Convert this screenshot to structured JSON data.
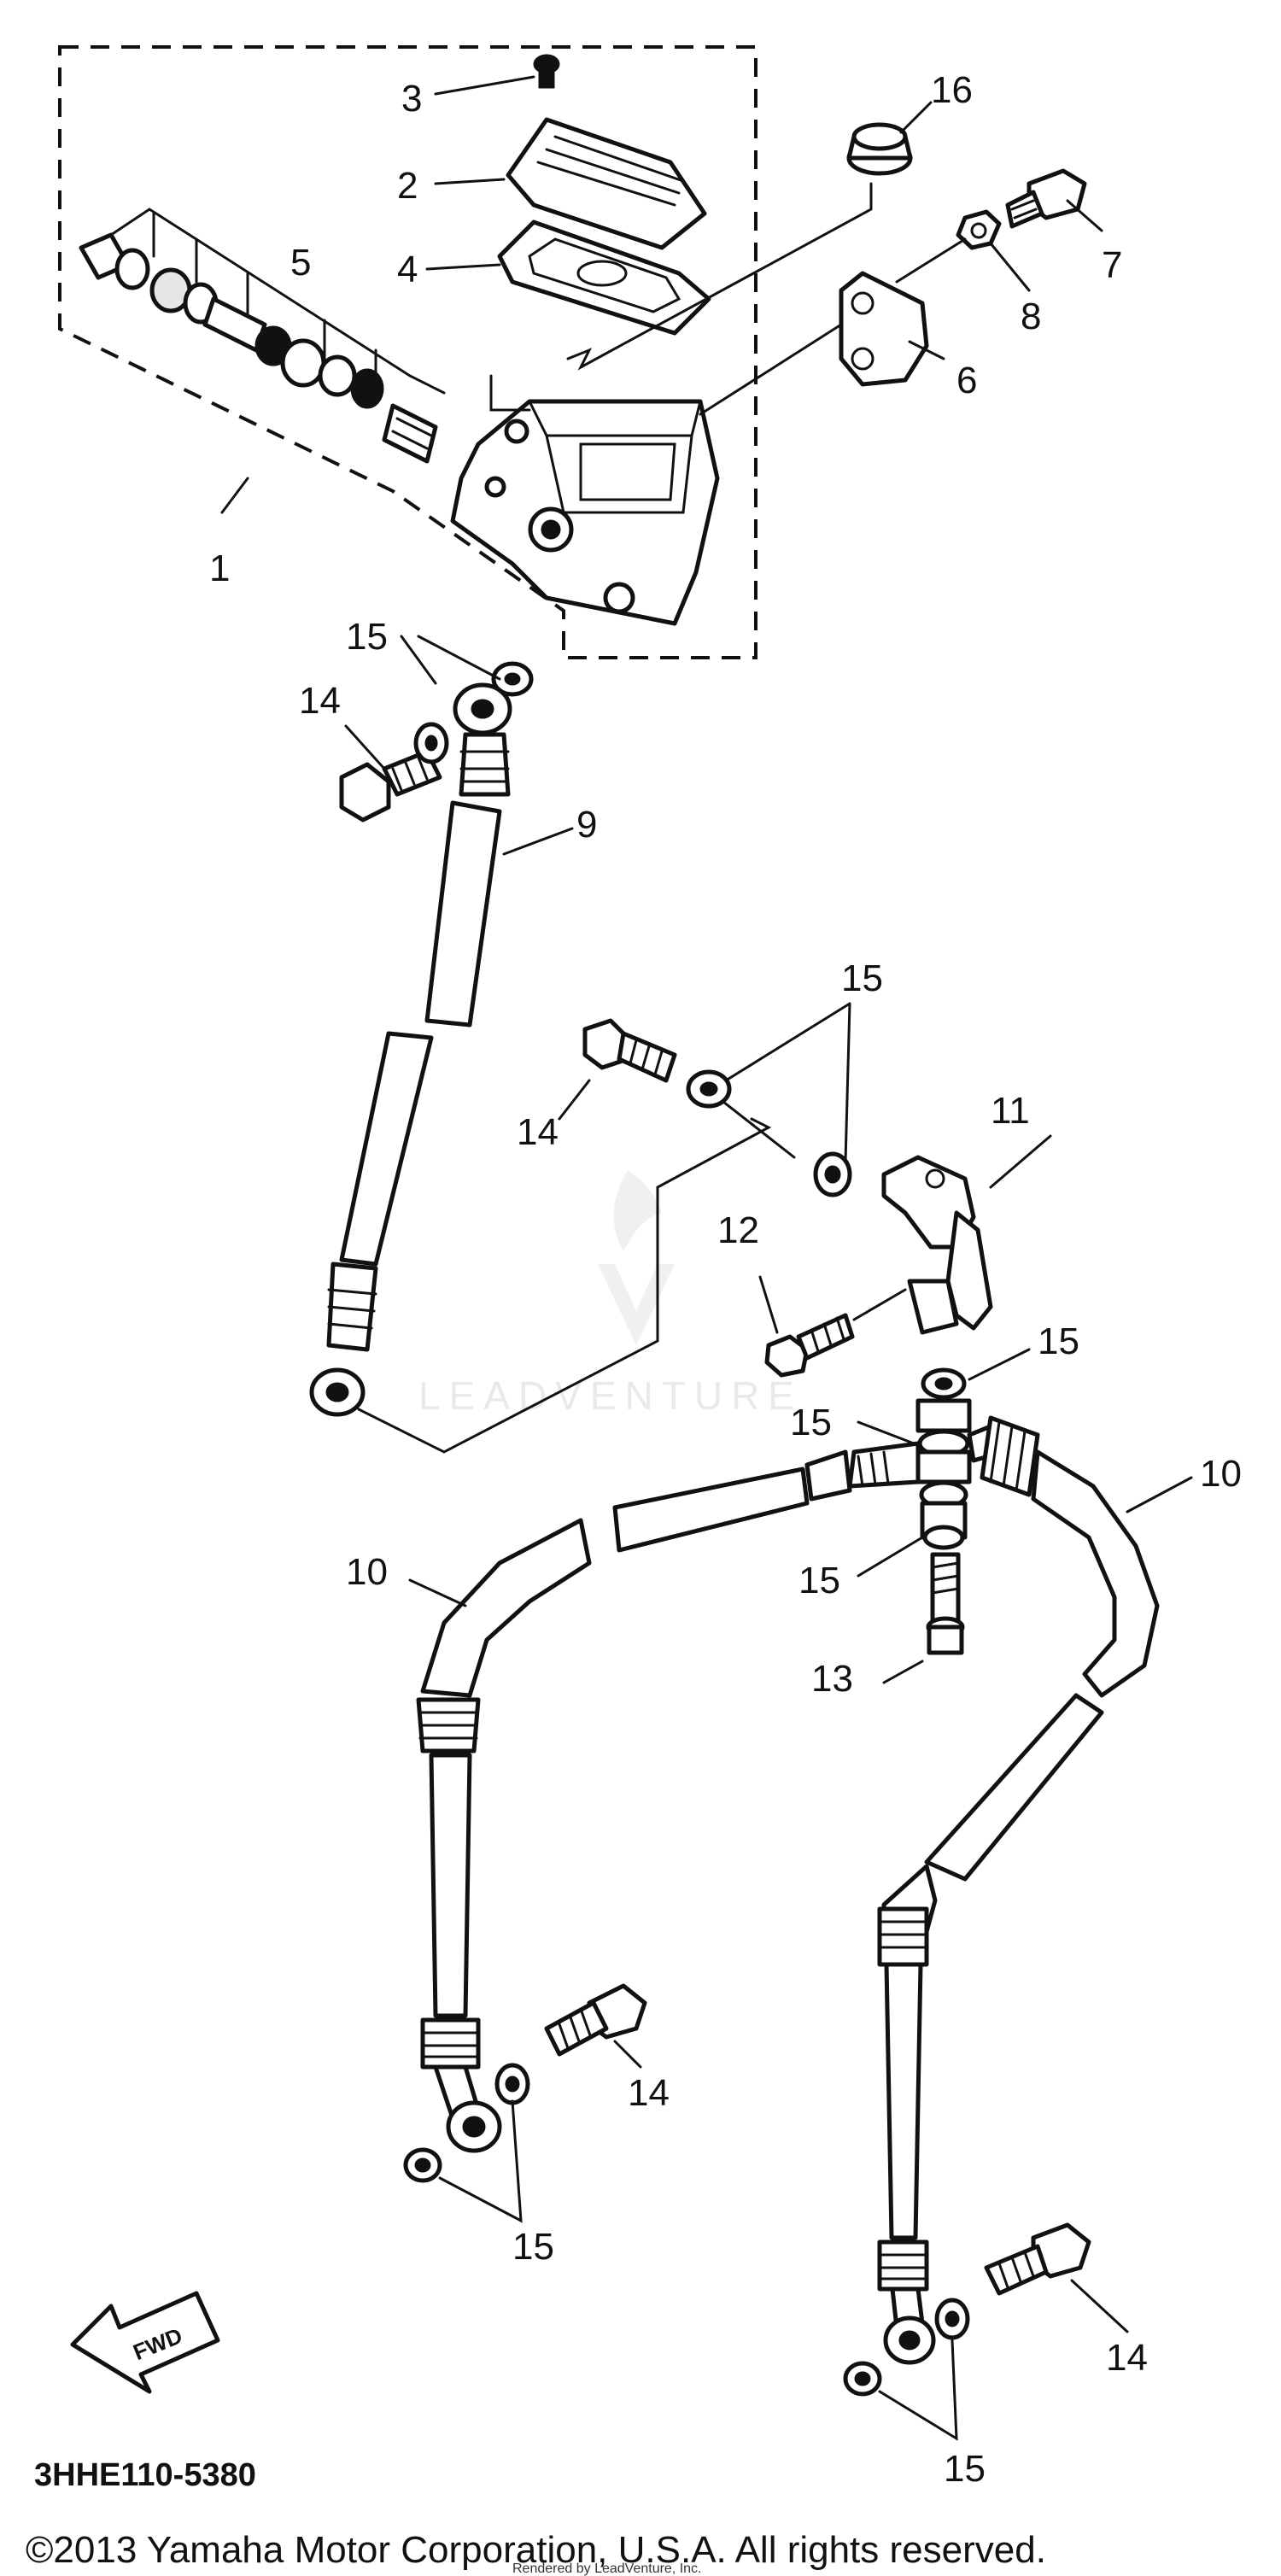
{
  "diagram": {
    "callouts": {
      "n1": "1",
      "n2": "2",
      "n3": "3",
      "n4": "4",
      "n5": "5",
      "n6": "6",
      "n7": "7",
      "n8": "8",
      "n9": "9",
      "n10a": "10",
      "n10b": "10",
      "n11": "11",
      "n12": "12",
      "n13": "13",
      "n14a": "14",
      "n14b": "14",
      "n14c": "14",
      "n14d": "14",
      "n15a": "15",
      "n15b": "15",
      "n15c": "15",
      "n15d": "15",
      "n15e": "15",
      "n15f": "15",
      "n15g": "15",
      "n16": "16"
    },
    "diagram_code": "3HHE110-5380",
    "fwd_label": "FWD",
    "watermark": "LEADVENTURE",
    "copyright": "©2013 Yamaha Motor Corporation, U.S.A. All rights reserved.",
    "rendered_by": "Rendered by LeadVenture, Inc."
  }
}
